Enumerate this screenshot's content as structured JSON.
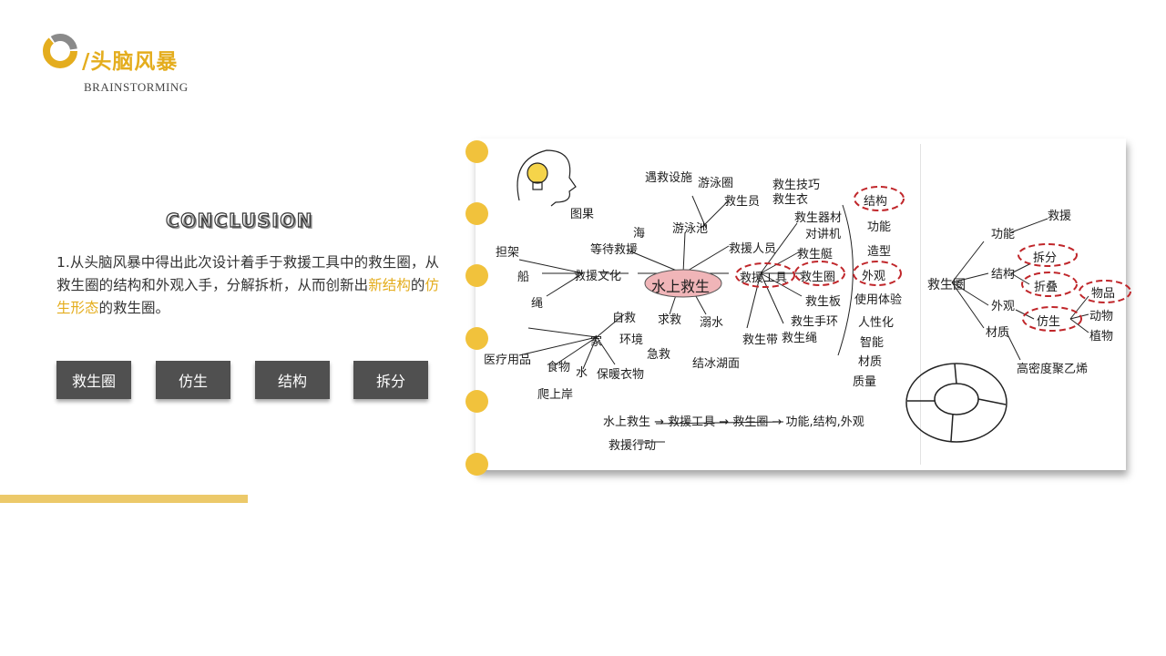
{
  "header": {
    "title_cn": "/头脑风暴",
    "title_en": "BRAINSTORMING"
  },
  "conclusion": {
    "heading": "CONCLUSION",
    "body_before": "1.从头脑风暴中得出此次设计着手于救援工具中的救生圈，从救生圈的结构和外观入手，分解拆析，从而创新出",
    "highlight1": "新结构",
    "body_mid": "的",
    "highlight2": "仿生形态",
    "body_after": "的救生圈。"
  },
  "buttons": [
    "救生圈",
    "仿生",
    "结构",
    "拆分"
  ],
  "mindmap": {
    "center": "水上救生",
    "nodes": [
      "遇救设施",
      "游泳圈",
      "游泳池",
      "救生员",
      "救生技巧",
      "救生衣",
      "救生器材",
      "等待救援",
      "海",
      "图果",
      "担架",
      "船",
      "救援文化",
      "绳",
      "家",
      "自救",
      "医疗用品",
      "食物",
      "水",
      "保暖衣物",
      "爬上岸",
      "求救",
      "环境",
      "急救",
      "溺水",
      "结冰湖面",
      "救援人员",
      "救援工具",
      "救生圈",
      "救生艇",
      "救生手环",
      "救生绳",
      "救生带",
      "对讲机",
      "救生板",
      "结构",
      "功能",
      "造型",
      "外观",
      "使用体验",
      "人性化",
      "智能",
      "材质",
      "质量"
    ],
    "right_nodes": [
      "救生圈",
      "功能",
      "救援",
      "结构",
      "拆分",
      "折叠",
      "外观",
      "仿生",
      "材质",
      "物品",
      "动物",
      "植物",
      "高密度聚乙烯"
    ],
    "bottom_flow": "水上救生 → 救援工具 → 救生圈 → 功能,结构,外观",
    "bottom_sub": "救援行动"
  },
  "colors": {
    "accent": "#e4ad1e",
    "button_bg": "#505050",
    "ring": "#f1c23c",
    "circle_red": "#c0262a",
    "center_bubble": "#f0b5b8"
  }
}
